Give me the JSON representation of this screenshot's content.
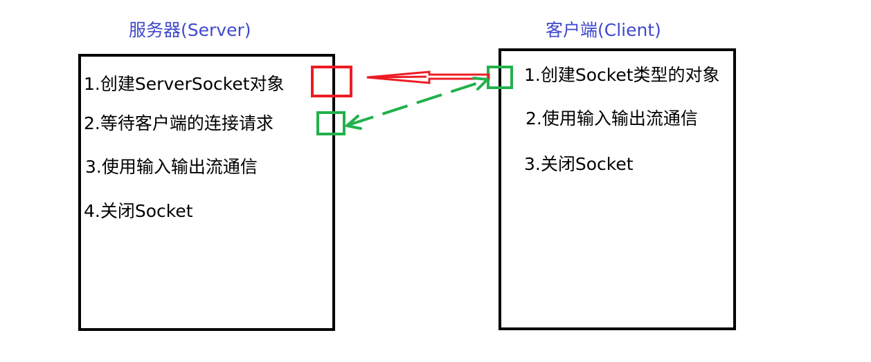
{
  "server": {
    "title": "服务器(Server)",
    "steps": [
      "1.创建ServerSocket对象",
      "2.等待客户端的连接请求",
      "3.使用输入输出流通信",
      "4.关闭Socket"
    ]
  },
  "client": {
    "title": "客户端(Client)",
    "steps": [
      "1.创建Socket类型的对象",
      "2.使用输入输出流通信",
      "3.关闭Socket"
    ]
  },
  "colors": {
    "title": "#3f48cc",
    "connect_arrow": "#ed1c24",
    "stream_arrow": "#22b14c",
    "panel_border": "#000000"
  }
}
